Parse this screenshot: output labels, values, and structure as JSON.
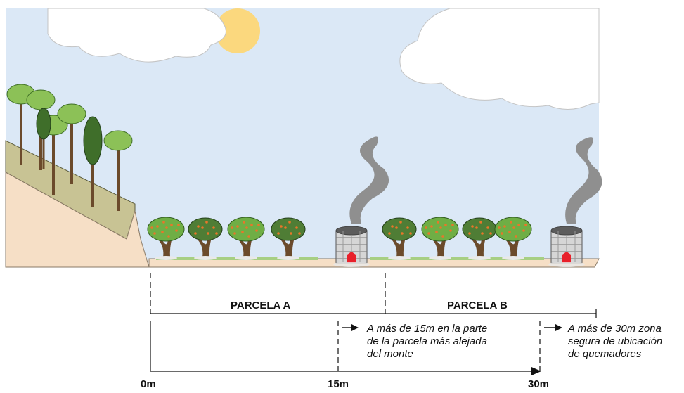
{
  "parcels": {
    "a_label": "PARCELA A",
    "b_label": "PARCELA B"
  },
  "notes": {
    "n15": [
      "A más de 15m en la parte",
      "de la parcela más alejada",
      "del monte"
    ],
    "n30": [
      "A más de 30m zona",
      "segura de ubicación",
      "de quemadores"
    ]
  },
  "distances": {
    "d0": "0m",
    "d15": "15m",
    "d30": "30m"
  },
  "colors": {
    "sky": "#dbe8f6",
    "sun": "#fbd87e",
    "slope": "#c8c394",
    "ground": "#f6dfc6",
    "grass": "#a7cf83",
    "fire": "#e8202a",
    "smoke": "#8f8f8f"
  }
}
